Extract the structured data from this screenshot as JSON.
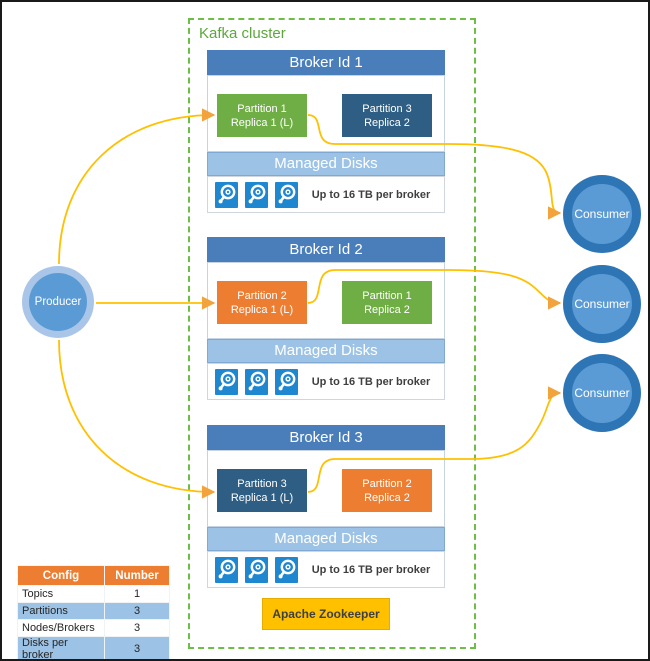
{
  "cluster": {
    "label": "Kafka cluster"
  },
  "producer": {
    "label": "Producer"
  },
  "consumers": [
    {
      "label": "Consumer"
    },
    {
      "label": "Consumer"
    },
    {
      "label": "Consumer"
    }
  ],
  "brokers": [
    {
      "title": "Broker Id 1",
      "partitions": [
        {
          "line1": "Partition 1",
          "line2": "Replica 1 (L)",
          "color": "green"
        },
        {
          "line1": "Partition 3",
          "line2": "Replica 2",
          "color": "steel"
        }
      ],
      "managed_disks_label": "Managed Disks",
      "disk_note": "Up to 16 TB per broker"
    },
    {
      "title": "Broker Id 2",
      "partitions": [
        {
          "line1": "Partition 2",
          "line2": "Replica 1 (L)",
          "color": "orange"
        },
        {
          "line1": "Partition 1",
          "line2": "Replica 2",
          "color": "green"
        }
      ],
      "managed_disks_label": "Managed Disks",
      "disk_note": "Up to 16 TB per broker"
    },
    {
      "title": "Broker Id 3",
      "partitions": [
        {
          "line1": "Partition 3",
          "line2": "Replica 1 (L)",
          "color": "steel"
        },
        {
          "line1": "Partition 2",
          "line2": "Replica 2",
          "color": "orange"
        }
      ],
      "managed_disks_label": "Managed Disks",
      "disk_note": "Up to 16 TB per broker"
    }
  ],
  "zookeeper": {
    "label": "Apache Zookeeper"
  },
  "config_table": {
    "headers": [
      "Config",
      "Number"
    ],
    "rows": [
      [
        "Topics",
        "1"
      ],
      [
        "Partitions",
        "3"
      ],
      [
        "Nodes/Brokers",
        "3"
      ],
      [
        "Disks per broker",
        "3"
      ]
    ]
  },
  "colors": {
    "broker_header_blue": "#4a7ebb",
    "managed_disks_bar": "#9cc3e6",
    "partition_green": "#6fae44",
    "partition_steel": "#2e5e84",
    "partition_orange": "#ed7d31",
    "zookeeper_yellow": "#ffc000",
    "arrow_line": "#ffc000",
    "arrow_head": "#f2a33c",
    "producer_ring": "#a9c6e8",
    "consumer_ring": "#2e75b6",
    "node_inner_blue": "#5b9bd5",
    "cluster_border_green": "#6cbe45",
    "table_header_orange": "#ed7d31",
    "table_alt_row_blue": "#9cc3e6",
    "disk_icon_blue": "#1e87d0"
  }
}
